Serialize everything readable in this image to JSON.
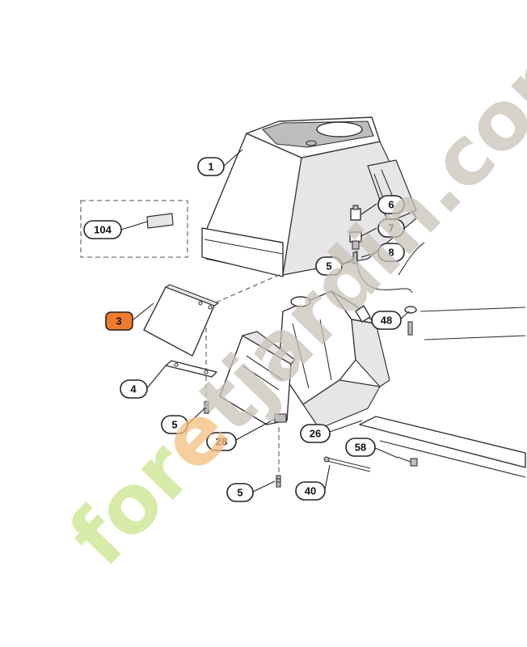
{
  "diagram": {
    "callouts": [
      {
        "id": "c1",
        "label": "1",
        "style": "default"
      },
      {
        "id": "c6",
        "label": "6",
        "style": "default"
      },
      {
        "id": "c7",
        "label": "7",
        "style": "default"
      },
      {
        "id": "c8",
        "label": "8",
        "style": "default"
      },
      {
        "id": "c5a",
        "label": "5",
        "style": "default"
      },
      {
        "id": "c104",
        "label": "104",
        "style": "default"
      },
      {
        "id": "c3",
        "label": "3",
        "style": "highlight"
      },
      {
        "id": "c48",
        "label": "48",
        "style": "default"
      },
      {
        "id": "c4",
        "label": "4",
        "style": "default"
      },
      {
        "id": "c5b",
        "label": "5",
        "style": "default"
      },
      {
        "id": "c28",
        "label": "28",
        "style": "default"
      },
      {
        "id": "c26",
        "label": "26",
        "style": "default"
      },
      {
        "id": "c58",
        "label": "58",
        "style": "default"
      },
      {
        "id": "c5c",
        "label": "5",
        "style": "default"
      },
      {
        "id": "c40",
        "label": "40",
        "style": "default"
      }
    ],
    "colors": {
      "callout_highlight_fill": "#f07b2c",
      "callout_default_fill": "#ffffff",
      "line": "#333333"
    }
  },
  "watermark": {
    "text_start": "for",
    "text_accent": "e",
    "text_end": "tjardin.com",
    "color": "#c9e58a",
    "accent_color": "#f5be7e"
  }
}
